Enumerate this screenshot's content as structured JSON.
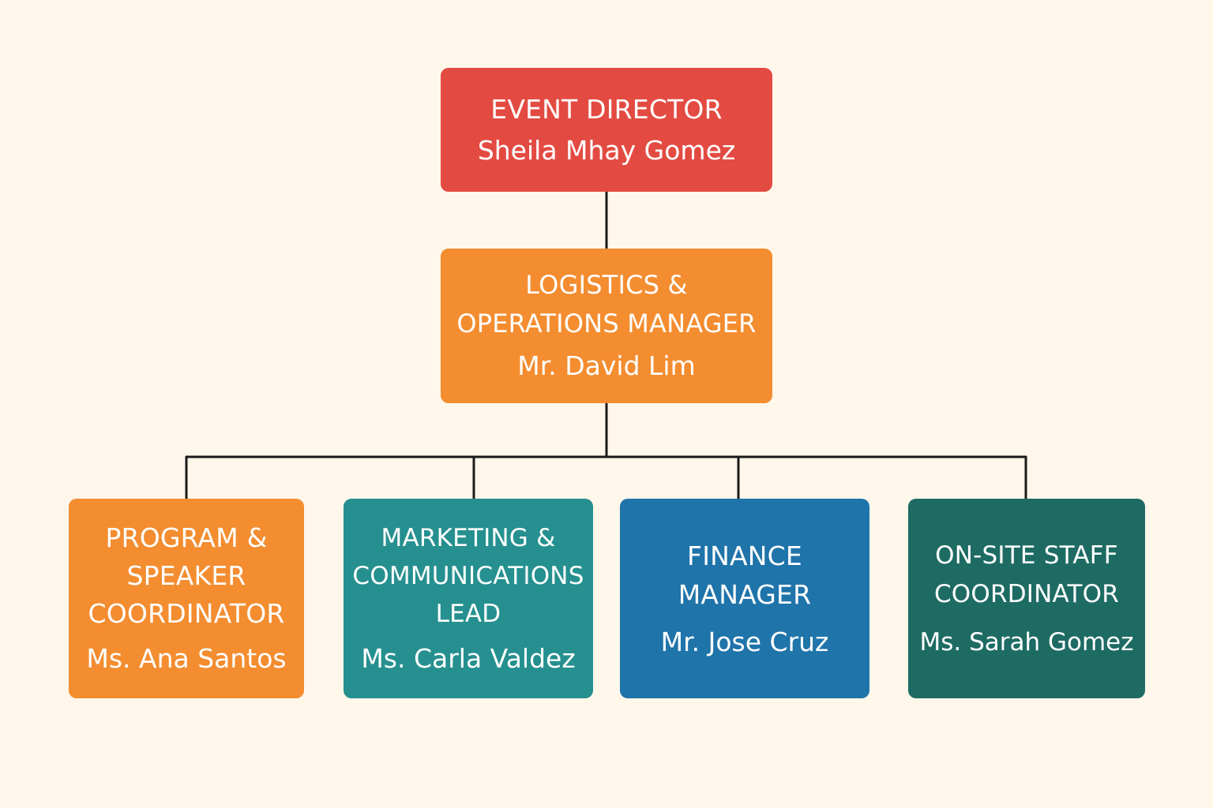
{
  "colors": {
    "background": "#FEF7EA",
    "connector": "#1A1A1A",
    "director": "#E34B42",
    "logistics": "#F38D30",
    "program": "#F38D30",
    "marketing": "#25908F",
    "finance": "#1F74AA",
    "onsite": "#1E6B64"
  },
  "director": {
    "title_lines": [
      "EVENT DIRECTOR"
    ],
    "name": "Sheila Mhay Gomez"
  },
  "logistics": {
    "title_lines": [
      "LOGISTICS &",
      "OPERATIONS MANAGER"
    ],
    "name": "Mr. David Lim"
  },
  "program": {
    "title_lines": [
      "PROGRAM &",
      "SPEAKER",
      "COORDINATOR"
    ],
    "name": "Ms. Ana Santos"
  },
  "marketing": {
    "title_lines": [
      "MARKETING &",
      "COMMUNICATIONS",
      "LEAD"
    ],
    "name": "Ms. Carla Valdez"
  },
  "finance": {
    "title_lines": [
      "FINANCE",
      "MANAGER"
    ],
    "name": "Mr. Jose Cruz"
  },
  "onsite": {
    "title_lines": [
      "ON-SITE STAFF",
      "COORDINATOR"
    ],
    "name": "Ms. Sarah Gomez"
  }
}
